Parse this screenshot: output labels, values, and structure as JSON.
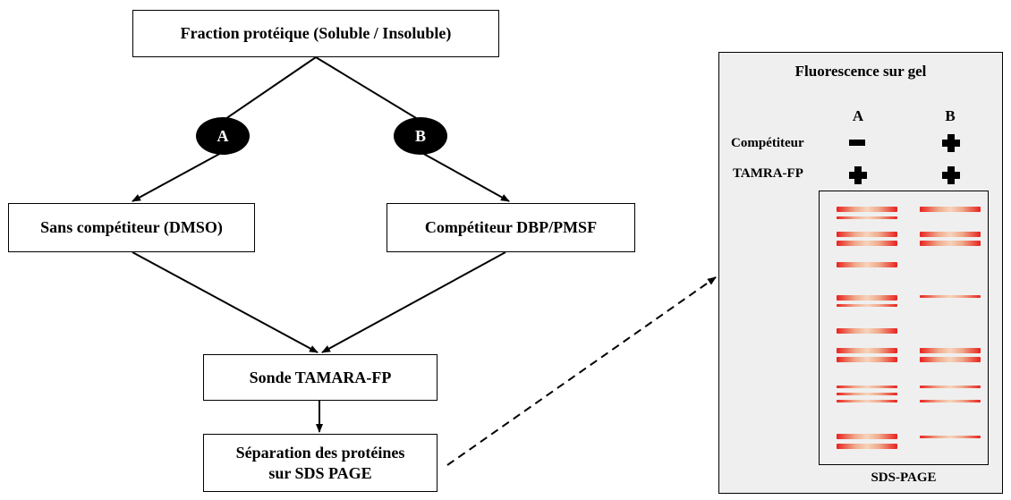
{
  "boxes": {
    "top": "Fraction protéique (Soluble / Insoluble)",
    "left": "Sans compétiteur (DMSO)",
    "right": "Compétiteur DBP/PMSF",
    "probe": "Sonde TAMARA-FP",
    "separation_line1": "Séparation des protéines",
    "separation_line2": "sur SDS PAGE"
  },
  "branches": {
    "a": "A",
    "b": "B"
  },
  "panel": {
    "title": "Fluorescence sur gel",
    "col_a": "A",
    "col_b": "B",
    "row_competitor": "Compétiteur",
    "row_probe": "TAMRA-FP",
    "gel_label": "SDS-PAGE"
  },
  "treatment_signs": {
    "competitor": {
      "a": "minus",
      "b": "plus"
    },
    "probe": {
      "a": "plus",
      "b": "plus"
    }
  },
  "colors": {
    "band_edge": "#e8221e",
    "band_center": "#f6d4bc",
    "panel_bg": "#efefef"
  }
}
